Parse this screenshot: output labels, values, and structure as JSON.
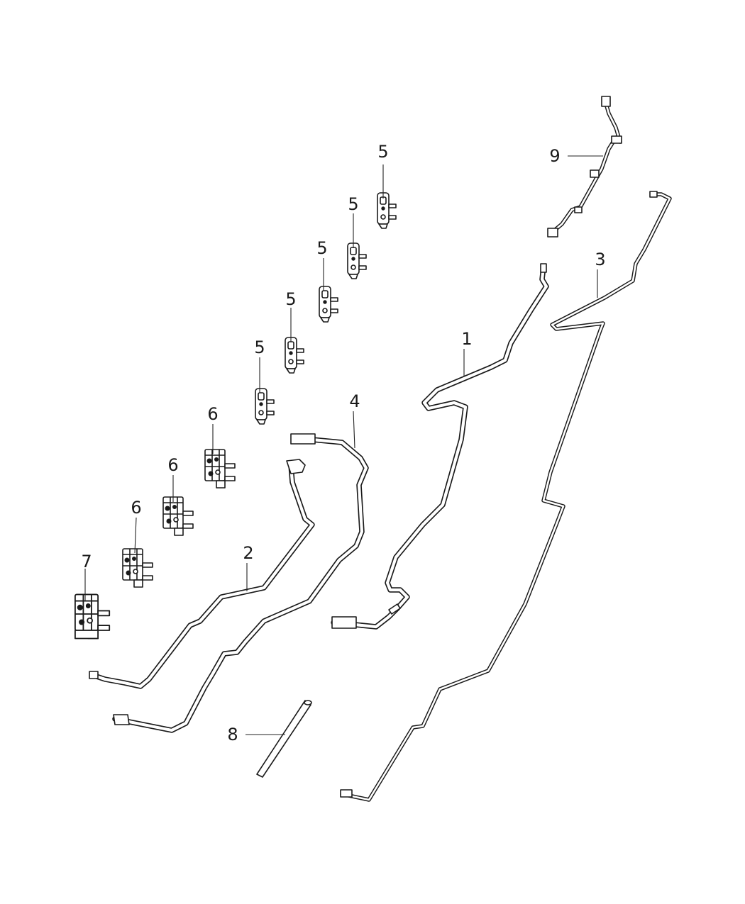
{
  "callouts": {
    "c1": "1",
    "c2": "2",
    "c3": "3",
    "c4": "4",
    "c5a": "5",
    "c5b": "5",
    "c5c": "5",
    "c5d": "5",
    "c5e": "5",
    "c6a": "6",
    "c6b": "6",
    "c6c": "6",
    "c7": "7",
    "c8": "8",
    "c9": "9"
  }
}
